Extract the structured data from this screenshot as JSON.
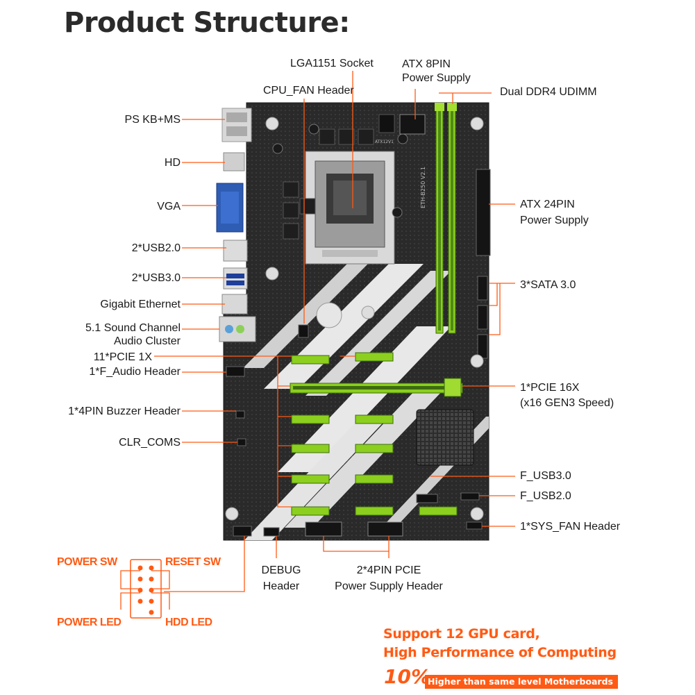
{
  "title": "Product Structure:",
  "top_labels": {
    "socket": "LGA1151 Socket",
    "atx8_line1": "ATX 8PIN",
    "atx8_line2": "Power Supply",
    "cpu_fan": "CPU_FAN Header",
    "ddr4": "Dual DDR4 UDIMM"
  },
  "left_labels": {
    "ps2": "PS KB+MS",
    "hd": "HD",
    "vga": "VGA",
    "usb2": "2*USB2.0",
    "usb3": "2*USB3.0",
    "ethernet": "Gigabit Ethernet",
    "audio_line1": "5.1 Sound Channel",
    "audio_line2": "Audio Cluster",
    "pcie1x": "11*PCIE 1X",
    "faudio": "1*F_Audio Header",
    "buzzer": "1*4PIN Buzzer Header",
    "clr": "CLR_COMS"
  },
  "right_labels": {
    "atx24_line1": "ATX 24PIN",
    "atx24_line2": "Power Supply",
    "sata": "3*SATA 3.0",
    "pcie16_line1": "1*PCIE 16X",
    "pcie16_line2": "(x16 GEN3 Speed)",
    "fusb3": "F_USB3.0",
    "fusb2": "F_USB2.0",
    "sysfan": "1*SYS_FAN Header"
  },
  "bottom_labels": {
    "debug_line1": "DEBUG",
    "debug_line2": "Header",
    "pcie_power_line1": "2*4PIN PCIE",
    "pcie_power_line2": "Power Supply Header"
  },
  "panel_header": {
    "power_sw": "POWER SW",
    "reset_sw": "RESET SW",
    "power_led": "POWER LED",
    "hdd_led": "HDD  LED"
  },
  "promo": {
    "line1": "Support 12 GPU card,",
    "line2": "High Performance of Computing",
    "percent": "10%",
    "tagline": "Higher than same level Motherboards"
  },
  "board_text": {
    "model": "ETH-B250 V2.1",
    "atx12v": "ATX12V1"
  },
  "colors": {
    "board": "#262626",
    "slot_green": "#8ccf1e",
    "slot_dark": "#3d6b0f",
    "leader": "#ff5a14",
    "accent_orange": "#ff5a14"
  }
}
